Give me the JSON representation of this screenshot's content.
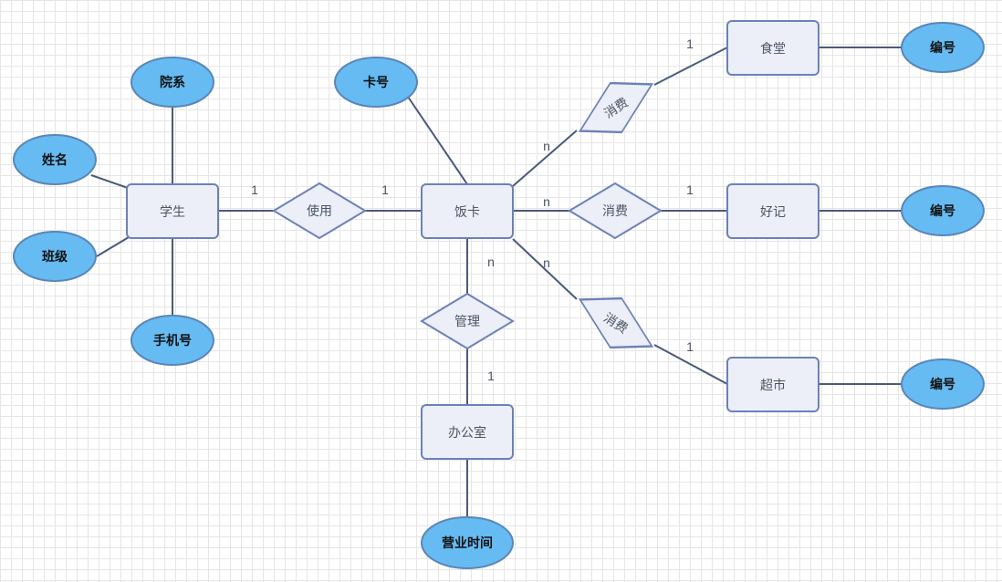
{
  "diagram": {
    "entities": {
      "student": "学生",
      "meal_card": "饭卡",
      "office": "办公室",
      "canteen": "食堂",
      "haoji": "好记",
      "supermarket": "超市"
    },
    "relationships": {
      "use": "使用",
      "manage": "管理",
      "consume_canteen": "消费",
      "consume_haoji": "消费",
      "consume_supermarket": "消费"
    },
    "attributes": {
      "department": "院系",
      "name": "姓名",
      "class": "班级",
      "phone": "手机号",
      "card_no": "卡号",
      "business_hours": "营业时间",
      "canteen_no": "编号",
      "haoji_no": "编号",
      "supermarket_no": "编号"
    },
    "cardinalities": {
      "student_use": "1",
      "use_card": "1",
      "card_consume_canteen": "n",
      "consume_canteen_entity": "1",
      "card_consume_haoji": "n",
      "consume_haoji_entity": "1",
      "card_consume_supermarket": "n",
      "consume_supermarket_entity": "1",
      "card_manage": "n",
      "manage_office": "1"
    }
  },
  "colors": {
    "entity_fill": "#eceef8",
    "entity_stroke": "#6c82b6",
    "attribute_fill": "#66bbf2",
    "edge": "#4a5a7a"
  }
}
